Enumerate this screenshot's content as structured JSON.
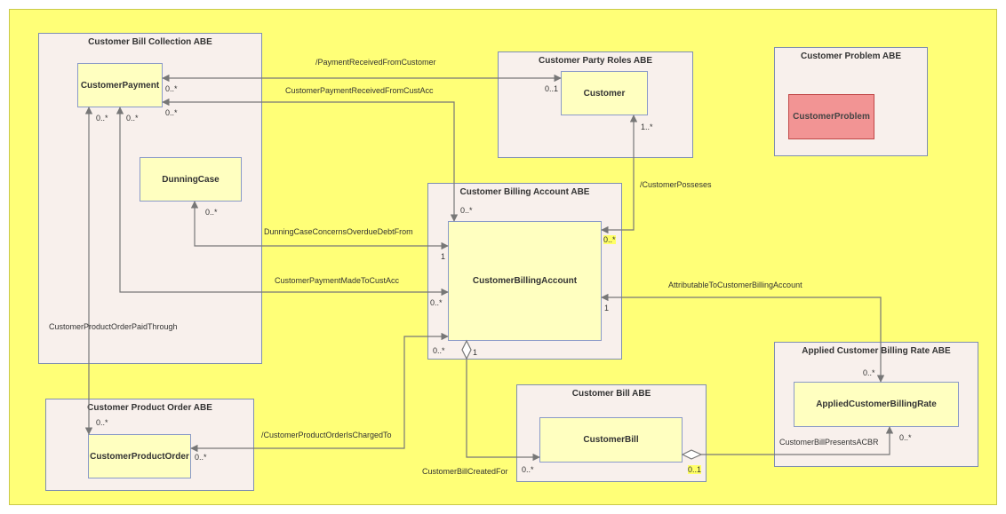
{
  "packages": {
    "bill_collection": "Customer Bill Collection ABE",
    "party_roles": "Customer Party Roles ABE",
    "problem": "Customer Problem ABE",
    "billing_account": "Customer Billing Account ABE",
    "product_order": "Customer Product Order ABE",
    "customer_bill": "Customer Bill ABE",
    "billing_rate": "Applied Customer Billing Rate ABE"
  },
  "classes": {
    "customer_payment": "CustomerPayment",
    "dunning_case": "DunningCase",
    "customer": "Customer",
    "customer_problem": "CustomerProblem",
    "customer_billing_account": "CustomerBillingAccount",
    "customer_product_order": "CustomerProductOrder",
    "customer_bill": "CustomerBill",
    "applied_customer_billing_rate": "AppliedCustomerBillingRate"
  },
  "associations": {
    "payment_received_from_customer": "/PaymentReceivedFromCustomer",
    "payment_received_from_cust_acc": "CustomerPaymentReceivedFromCustAcc",
    "customer_posseses": "/CustomerPosseses",
    "dunning_case_concerns": "DunningCaseConcernsOverdueDebtFrom",
    "payment_made_to_cust_acc": "CustomerPaymentMadeToCustAcc",
    "attributable_to_billing_account": "AttributableToCustomerBillingAccount",
    "product_order_paid_through": "CustomerProductOrderPaidThrough",
    "product_order_is_charged_to": "/CustomerProductOrderIsChargedTo",
    "bill_created_for": "CustomerBillCreatedFor",
    "bill_presents_acbr": "CustomerBillPresentsACBR"
  },
  "multiplicities": {
    "m1": "0..*",
    "m2": "0..*",
    "m3": "0..*",
    "m4": "0..*",
    "m5": "0..1",
    "m6": "1..*",
    "m7": "0..*",
    "m8": "0..*",
    "m9": "0..*",
    "m10": "1",
    "m11": "0..*",
    "m12": "0..*",
    "m13": "1",
    "m14": "1",
    "m15": "0..*",
    "m16": "0..*",
    "m17": "0..*",
    "m18": "0..*",
    "m19": "0..1",
    "m20": "0..*"
  }
}
